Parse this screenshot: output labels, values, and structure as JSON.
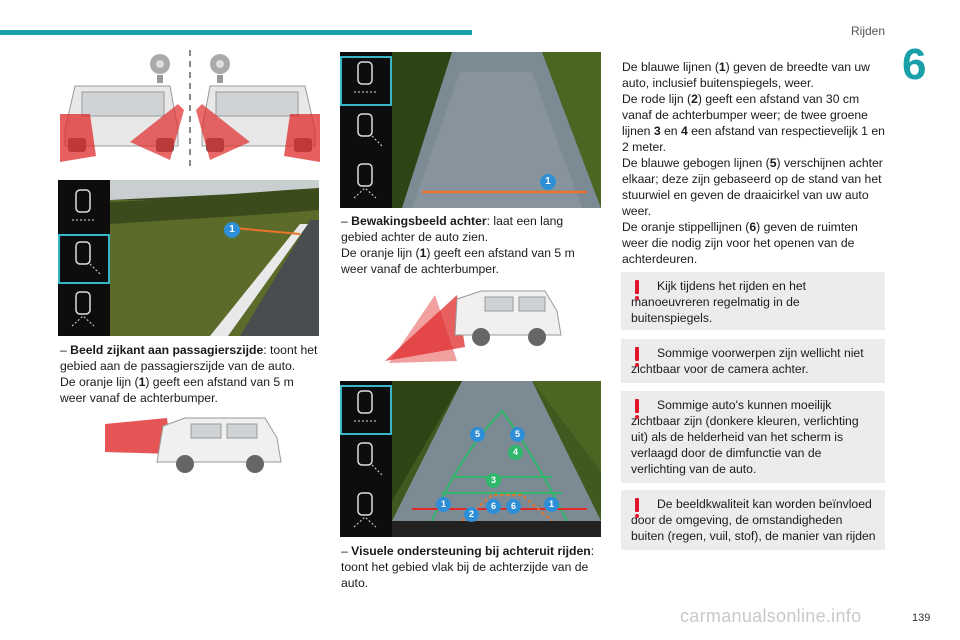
{
  "header": {
    "section": "Rijden",
    "chapter": "6",
    "page": "139"
  },
  "watermark": "carmanualsonline.info",
  "callouts": {
    "one": "1",
    "two": "2",
    "three": "3",
    "four": "4",
    "five": "5",
    "six": "6"
  },
  "col1": {
    "title": "Beeld zijkant aan passagierszijde",
    "rest": ": toont het gebied aan de passagierszijde van de auto.",
    "line2a": "De oranje lijn (",
    "line2num": "1",
    "line2b": ") geeft een afstand van 5 m weer vanaf de achterbumper."
  },
  "col2": {
    "p1_title": "Bewakingsbeeld achter",
    "p1_rest": ": laat een lang gebied achter de auto zien.",
    "p1_line2a": "De oranje lijn (",
    "p1_line2num": "1",
    "p1_line2b": ") geeft een afstand van 5 m weer vanaf de achterbumper.",
    "p2_title": "Visuele ondersteuning bij achteruit rijden",
    "p2_rest": ": toont het gebied vlak bij de achterzijde van de auto."
  },
  "col3": {
    "l1a": "De blauwe lijnen (",
    "l1n": "1",
    "l1b": ") geven de breedte van uw auto, inclusief buitenspiegels, weer.",
    "l2a": "De rode lijn (",
    "l2n": "2",
    "l2b": ") geeft een afstand van 30 cm vanaf de achterbumper weer; de twee groene lijnen ",
    "l2n3": "3",
    "l2c": " en ",
    "l2n4": "4",
    "l2d": " een afstand van respectievelijk 1 en 2 meter.",
    "l3a": "De blauwe gebogen lijnen (",
    "l3n": "5",
    "l3b": ") verschijnen achter elkaar; deze zijn gebaseerd op de stand van het stuurwiel en geven de draaicirkel van uw auto weer.",
    "l4a": "De oranje stippellijnen (",
    "l4n": "6",
    "l4b": ") geven de ruimten weer die nodig zijn voor het openen van de achterdeuren."
  },
  "warnings": [
    "Kijk tijdens het rijden en het manoeuvreren regelmatig in de buitenspiegels.",
    "Sommige voorwerpen zijn wellicht niet zichtbaar voor de camera achter.",
    "Sommige auto's kunnen moeilijk zichtbaar zijn (donkere kleuren, verlichting uit) als de helderheid van het scherm is verlaagd door de dimfunctie van de verlichting van de auto.",
    "De beeldkwaliteit kan worden beïnvloed door de omgeving, de omstandigheden buiten (regen, vuil, stof), de manier van rijden"
  ],
  "dash": "–",
  "colors": {
    "accent": "#1aa0a8",
    "warning": "#e0142a",
    "callout": "#2f8fd6",
    "guide_orange": "#e8752a"
  }
}
